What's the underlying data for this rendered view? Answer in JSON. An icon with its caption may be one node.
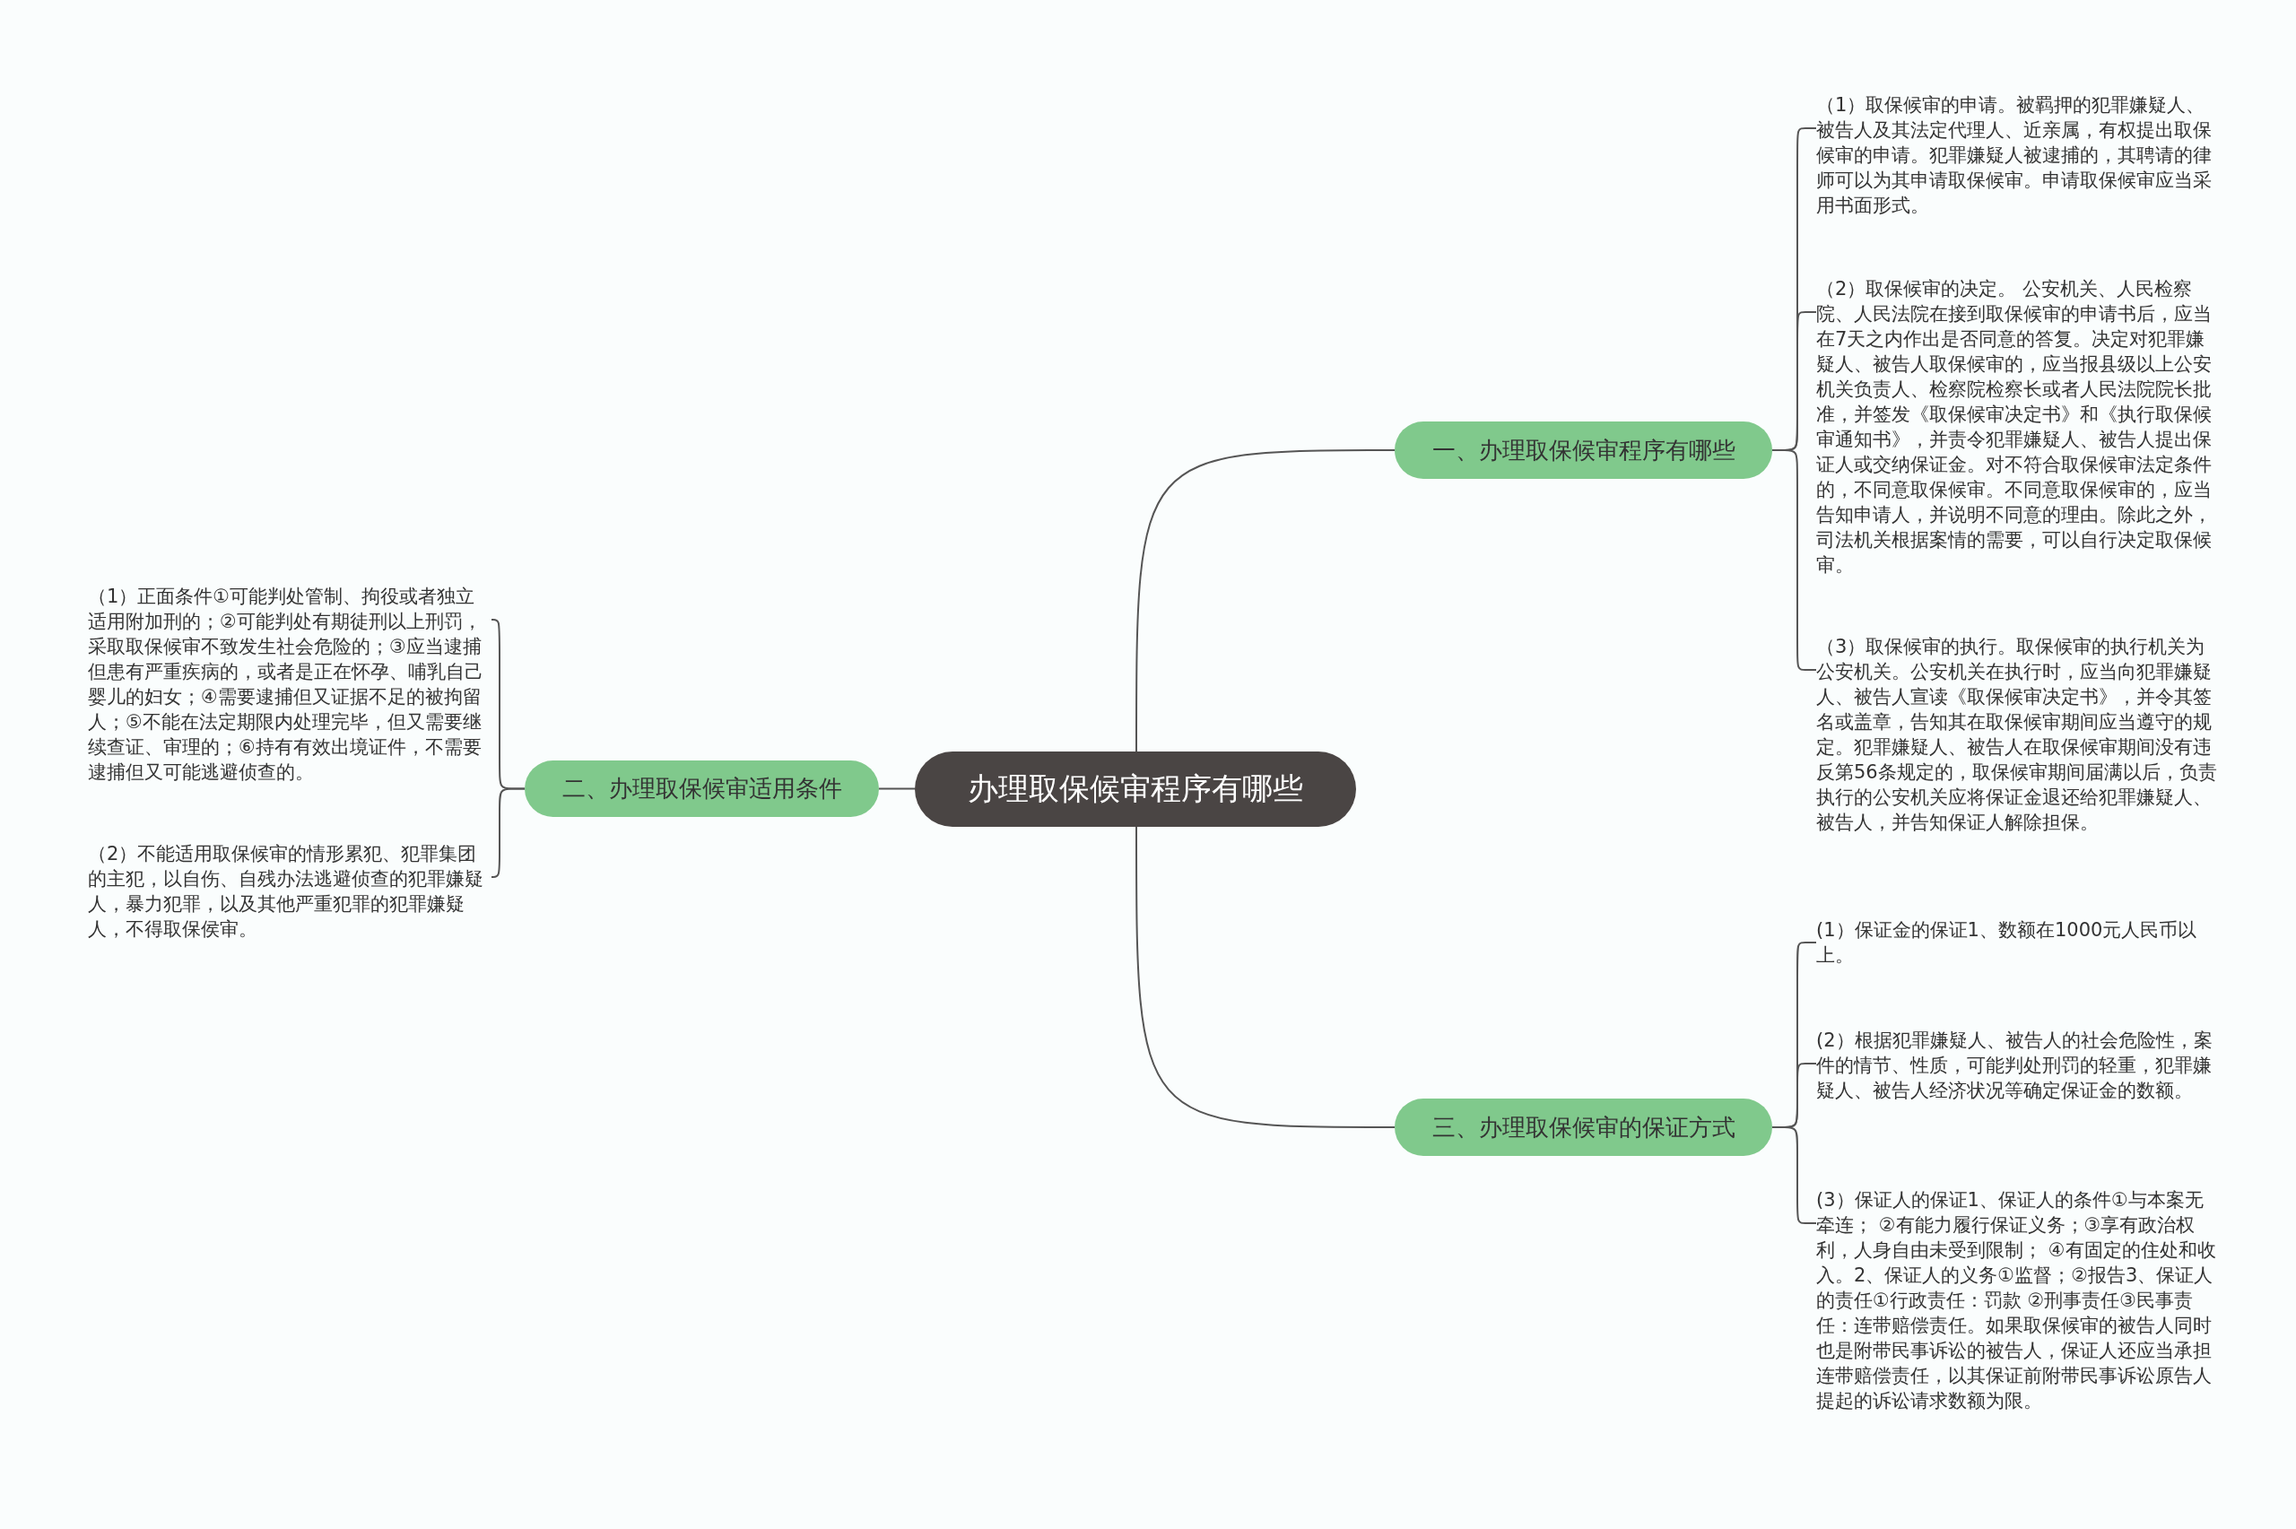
{
  "diagram": {
    "nodes": [
      {
        "text": [
          "办理取保候审程序有哪些"
        ]
      },
      {
        "text": [
          "一、办理取保候审程序有哪些"
        ]
      },
      {
        "text": [
          "（1）取保候审的申请。被羁押的犯罪嫌疑人、被告人及其法定代理人、近亲属，有权提出取保候审的申请。犯罪嫌疑人被逮捕的，其聘请的律师可以为其申请取保候审。申请取保候审应当采用书面形式。"
        ]
      },
      {
        "text": [
          "（2）取保候审的决定。 公安机关、人民检察院、人民法院在接到取保候审的申请书后，应当在7天之内作出是否同意的答复。决定对犯罪嫌疑人、被告人取保候审的，应当报县级以上公安机关负责人、检察院检察长或者人民法院院长批准，并签发《取保候审决定书》和《执行取保候审通知书》，并责令犯罪嫌疑人、被告人提出保证人或交纳保证金。对不符合取保候审法定条件的，不同意取保候审。不同意取保候审的，应当告知申请人，并说明不同意的理由。除此之外，司法机关根据案情的需要，可以自行决定取保候审。"
        ]
      },
      {
        "text": [
          "（3）取保候审的执行。取保候审的执行机关为公安机关。公安机关在执行时，应当向犯罪嫌疑人、被告人宣读《取保候审决定书》，并令其签名或盖章，告知其在取保候审期间应当遵守的规定。犯罪嫌疑人、被告人在取保候审期间没有违反第56条规定的，取保候审期间届满以后，负责执行的公安机关应将保证金退还给犯罪嫌疑人、被告人，并告知保证人解除担保。"
        ]
      },
      {
        "text": [
          "二、办理取保候审适用条件"
        ]
      },
      {
        "text": [
          "（1）正面条件①可能判处管制、拘役或者独立适用附加刑的；②可能判处有期徒刑以上刑罚，采取取保候审不致发生社会危险的；③应当逮捕但患有严重疾病的，或者是正在怀孕、哺乳自己婴儿的妇女；④需要逮捕但又证据不足的被拘留人；⑤不能在法定期限内处理完毕，但又需要继续查证、审理的；⑥持有有效出境证件，不需要逮捕但又可能逃避侦查的。"
        ]
      },
      {
        "text": [
          "（2）不能适用取保候审的情形累犯、犯罪集团的主犯，以自伤、自残办法逃避侦查的犯罪嫌疑人，暴力犯罪，以及其他严重犯罪的犯罪嫌疑人，不得取保侯审。"
        ]
      },
      {
        "text": [
          "三、办理取保候审的保证方式"
        ]
      },
      {
        "text": [
          "(1）保证金的保证1、数额在1000元人民币以上。"
        ]
      },
      {
        "text": [
          "(2）根据犯罪嫌疑人、被告人的社会危险性，案件的情节、性质，可能判处刑罚的轻重，犯罪嫌疑人、被告人经济状况等确定保证金的数额。"
        ]
      },
      {
        "text": [
          "(3）保证人的保证1、保证人的条件①与本案无牵连； ②有能力履行保证义务；③享有政治权利，人身自由未受到限制； ④有固定的住处和收入。2、保证人的义务①监督；②报告3、保证人的责任①行政责任：罚款 ②刑事责任③民事责任：连带赔偿责任。如果取保候审的被告人同时也是附带民事诉讼的被告人，保证人还应当承担连带赔偿责任，以其保证前附带民事诉讼原告人提起的诉讼请求数额为限。"
        ]
      }
    ],
    "edges": [
      {
        "from": 0,
        "to": 1,
        "arrow": "none"
      },
      {
        "from": 1,
        "to": 2,
        "arrow": "none"
      },
      {
        "from": 1,
        "to": 3,
        "arrow": "none"
      },
      {
        "from": 1,
        "to": 4,
        "arrow": "none"
      },
      {
        "from": 0,
        "to": 5,
        "arrow": "none"
      },
      {
        "from": 5,
        "to": 6,
        "arrow": "none"
      },
      {
        "from": 5,
        "to": 7,
        "arrow": "none"
      },
      {
        "from": 0,
        "to": 8,
        "arrow": "none"
      },
      {
        "from": 8,
        "to": 9,
        "arrow": "none"
      },
      {
        "from": 8,
        "to": 10,
        "arrow": "none"
      },
      {
        "from": 8,
        "to": 11,
        "arrow": "none"
      }
    ]
  }
}
